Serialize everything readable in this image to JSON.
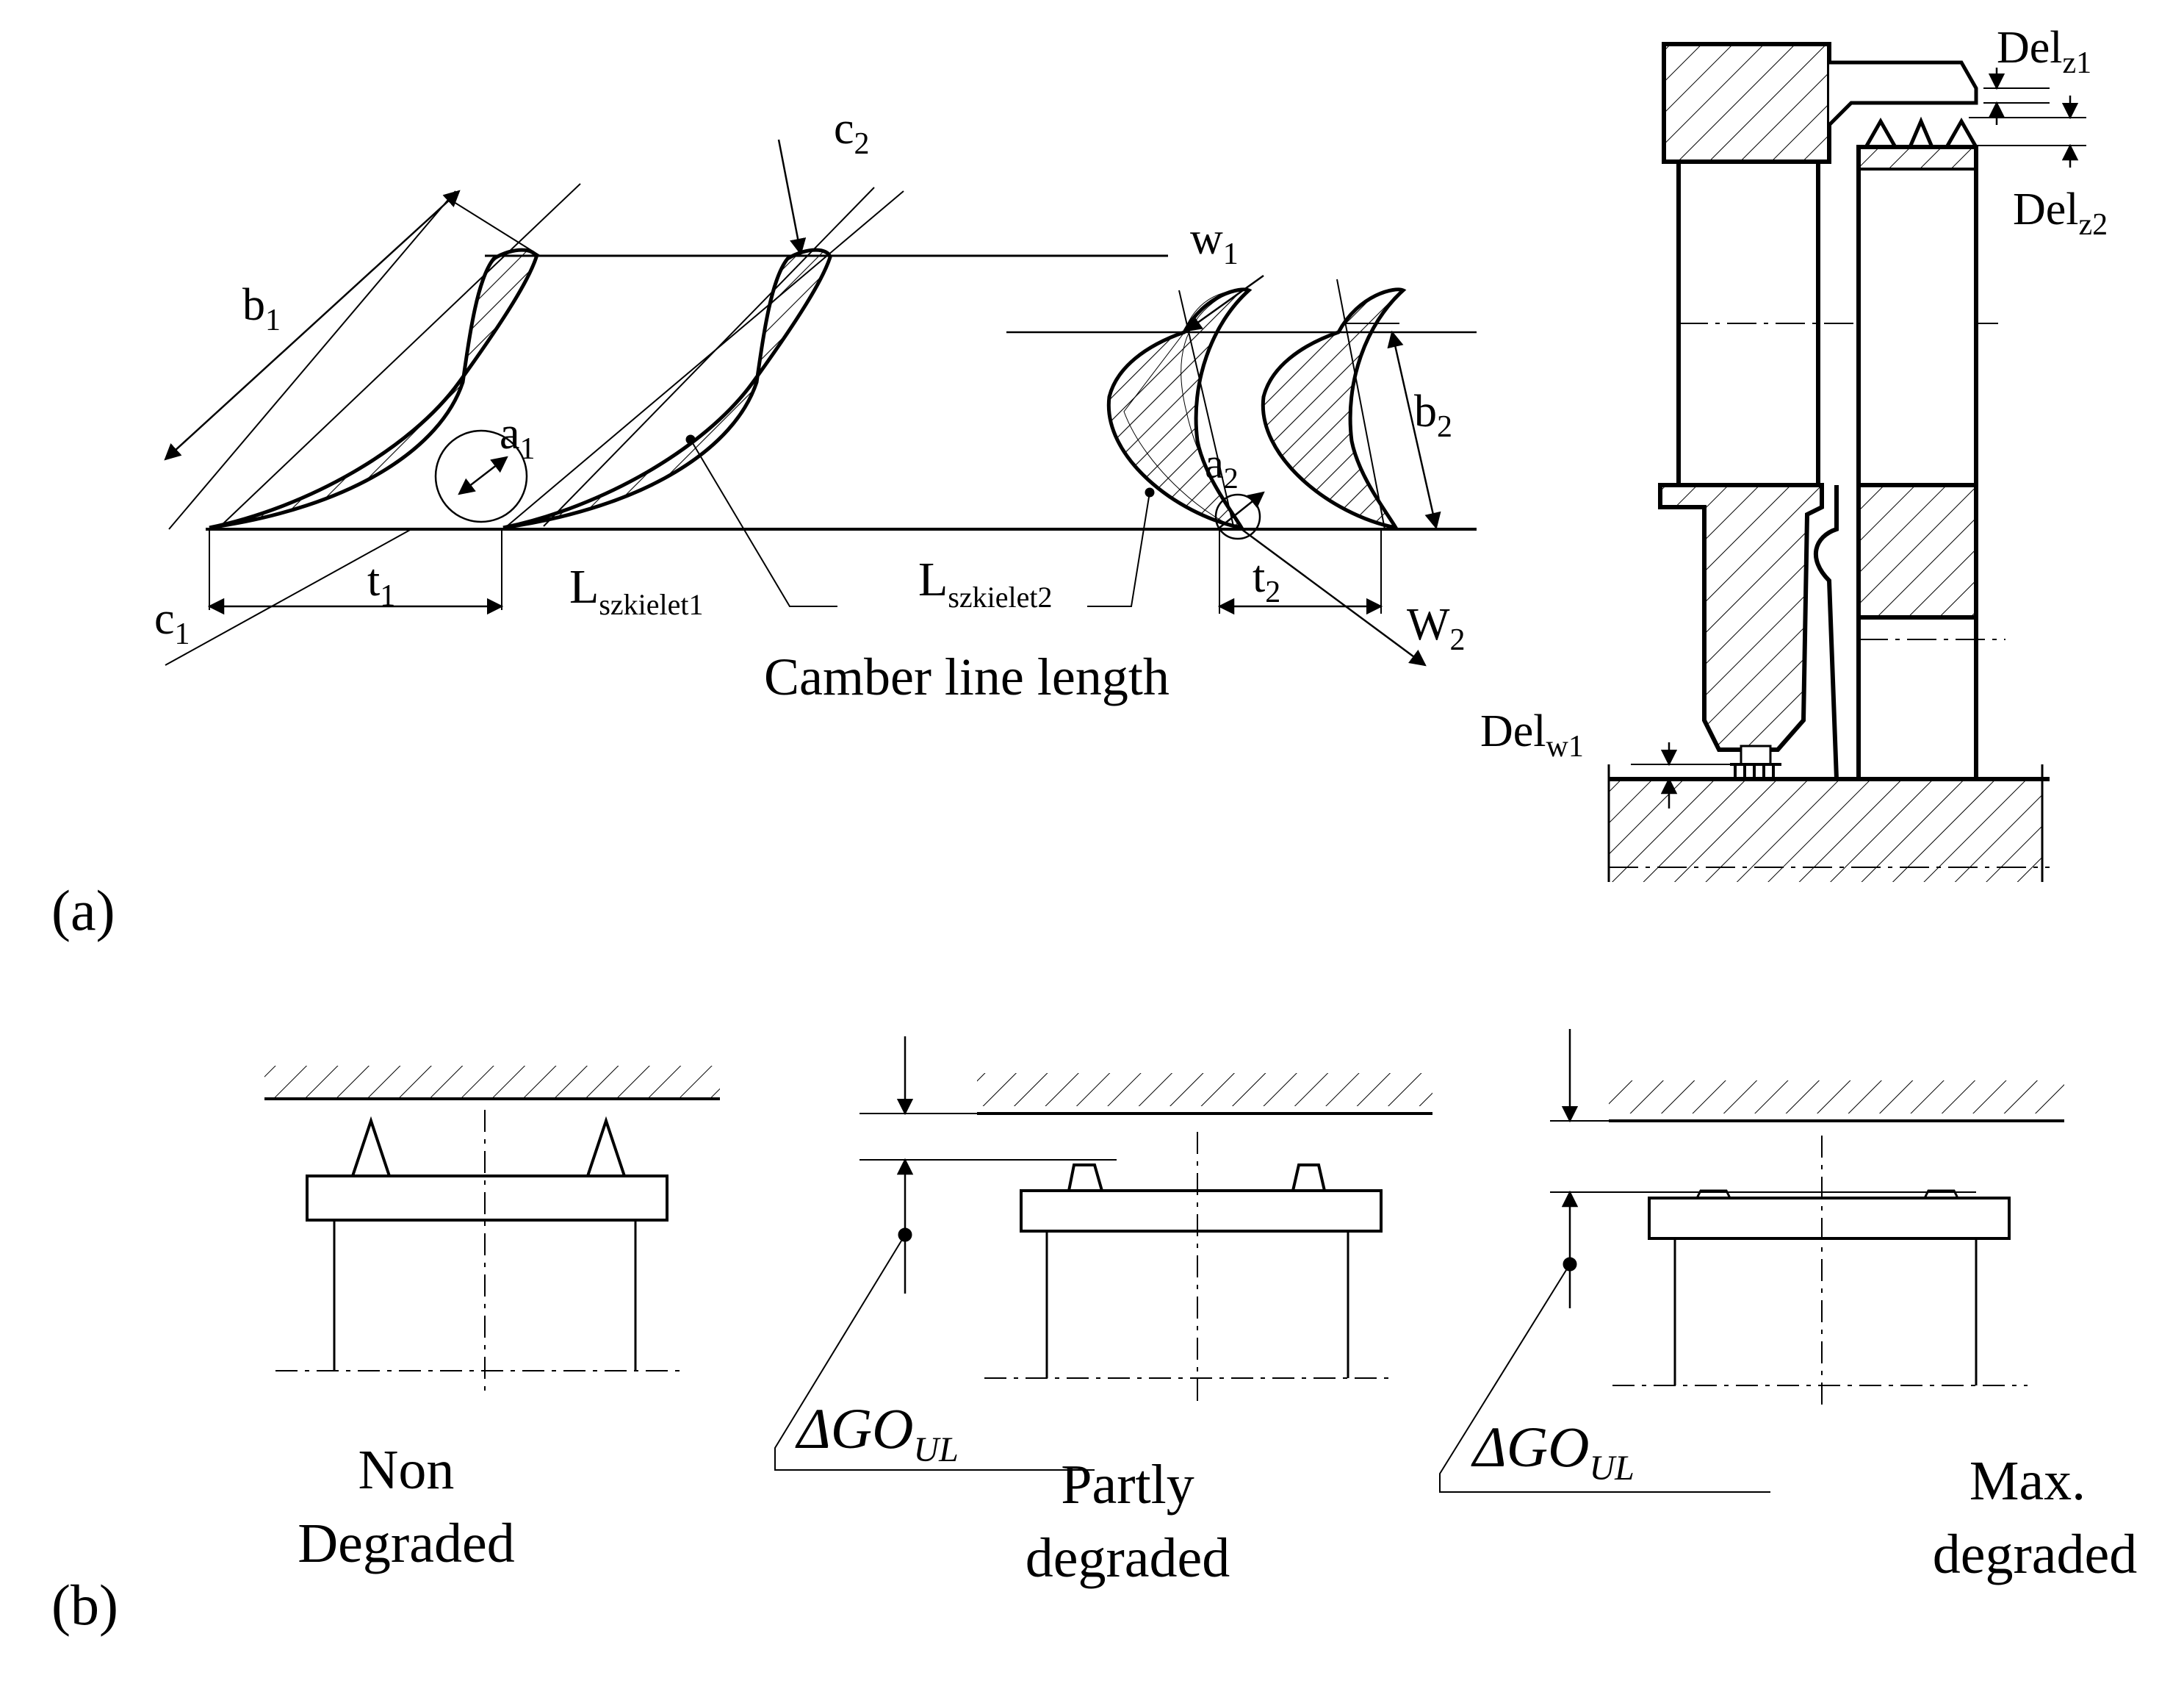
{
  "panel_a": {
    "panel_label": "(a)",
    "caption": "Camber line length",
    "labels": {
      "b1": {
        "base": "b",
        "sub": "1"
      },
      "c1": {
        "base": "c",
        "sub": "1"
      },
      "c2": {
        "base": "c",
        "sub": "2"
      },
      "a1": {
        "base": "a",
        "sub": "1"
      },
      "t1": {
        "base": "t",
        "sub": "1"
      },
      "w1": {
        "base": "w",
        "sub": "1"
      },
      "a2": {
        "base": "a",
        "sub": "2"
      },
      "b2": {
        "base": "b",
        "sub": "2"
      },
      "t2": {
        "base": "t",
        "sub": "2"
      },
      "W2": {
        "base": "W",
        "sub": "2"
      },
      "L1": {
        "base": "L",
        "sub": "szkielet1"
      },
      "L2": {
        "base": "L",
        "sub": "szkielet2"
      },
      "Delz1": {
        "base": "Del",
        "sub": "z1"
      },
      "Delz2": {
        "base": "Del",
        "sub": "z2"
      },
      "Delw1": {
        "base": "Del",
        "sub": "w1"
      }
    }
  },
  "panel_b": {
    "panel_label": "(b)",
    "delta_label": {
      "base": "ΔGO",
      "sub": "UL"
    },
    "states": [
      {
        "line1": "Non",
        "line2": "Degraded"
      },
      {
        "line1": "Partly",
        "line2": "degraded"
      },
      {
        "line1": "Max.",
        "line2": "degraded"
      }
    ]
  }
}
